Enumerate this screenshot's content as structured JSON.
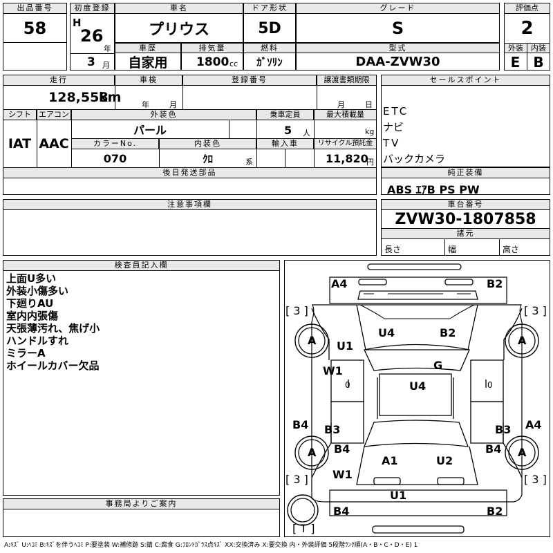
{
  "header": {
    "lot_no_label": "出品番号",
    "lot_no": "58",
    "first_reg_label": "初度登録",
    "era": "H",
    "year": "26",
    "year_unit": "年",
    "month": "3",
    "month_unit": "月",
    "car_name_label": "車名",
    "car_name": "プリウス",
    "door_label": "ドア形状",
    "door": "5D",
    "grade_label": "グレード",
    "grade": "S",
    "score_label": "評価点",
    "score": "2",
    "history_label": "車歴",
    "history": "自家用",
    "displacement_label": "排気量",
    "displacement": "1800",
    "displacement_unit": "cc",
    "fuel_label": "燃料",
    "fuel": "ｶﾞｿﾘﾝ",
    "model_label": "型式",
    "model": "DAA-ZVW30",
    "exterior_label": "外装",
    "exterior": "E",
    "interior_label": "内装",
    "interior": "B"
  },
  "details": {
    "mileage_label": "走行",
    "mileage": "128,558",
    "mileage_unit": "km",
    "inspection_label": "車検",
    "insp_year_unit": "年",
    "insp_month_unit": "月",
    "reg_no_label": "登録番号",
    "transfer_label": "譲渡書類期限",
    "transfer_month_unit": "月",
    "transfer_day_unit": "日",
    "shift_label": "シフト",
    "shift": "IAT",
    "ac_label": "エアコン",
    "ac": "AAC",
    "ext_color_label": "外装色",
    "ext_color": "パール",
    "capacity_label": "乗車定員",
    "capacity": "5",
    "capacity_unit": "人",
    "load_label": "最大積載量",
    "load_unit": "kg",
    "color_no_label": "カラーNo.",
    "color_no": "070",
    "int_color_label": "内装色",
    "int_color": "ｸﾛ",
    "int_color_unit": "系",
    "import_label": "輸入車",
    "recycle_label": "リサイクル預託金",
    "recycle": "11,820",
    "recycle_unit": "円",
    "later_parts_label": "後日発送部品"
  },
  "sales_points": {
    "label": "セールスポイント",
    "items": [
      "ETC",
      "ナビ",
      "TV",
      "バックカメラ"
    ]
  },
  "equipment": {
    "label": "純正装備",
    "value": "ABS ｴｱB PS PW"
  },
  "chassis": {
    "label": "車台番号",
    "value": "ZVW30-1807858",
    "spec_label": "諸元",
    "length": "長さ",
    "width": "幅",
    "height": "高さ"
  },
  "notes": {
    "label": "注意事項欄"
  },
  "inspector": {
    "label": "検査員記入欄",
    "lines": [
      "上面U多い",
      "外装小傷多い",
      "下廻りAU",
      "室内内張傷",
      "天張薄汚れ、焦げ小",
      "ハンドルすれ",
      "ミラーA",
      "ホイールカバー欠品"
    ]
  },
  "office": {
    "label": "事務局よりご案内"
  },
  "diagram": {
    "marks": {
      "a4_tl": "A4",
      "b2_tr": "B2",
      "u1_top": "U1",
      "u4_top": "U4",
      "b2_top": "B2",
      "g": "G",
      "w1_left": "W1",
      "u4_mid": "U4",
      "b4_left": "B4",
      "b3_left": "B3",
      "b3_right": "B3",
      "a4_right": "A4",
      "b4_lower": "B4",
      "b4_right": "B4",
      "a1": "A1",
      "u2": "U2",
      "w1_lower": "W1",
      "u1_bottom": "U1",
      "b4_bottom": "B4",
      "b2_bottom": "B2",
      "tire_tl": "A",
      "tire_tr": "A",
      "tire_bl": "A",
      "tire_br": "A",
      "tread_tl": "[ 3 ]",
      "tread_tr": "[ 3 ]",
      "tread_bl": "[ 3 ]",
      "tread_br": "[ 3 ]",
      "spare": "[ T ]",
      "zero1": "0",
      "zero2": "0"
    }
  },
  "legend": "A:ｷｽﾞ U:ﾍｺﾐ B:ｷｽﾞを伴うﾍｺﾐ P:要塗装 W:補修跡 S:錆 C:腐食 G:ﾌﾛﾝﾄｶﾞﾗｽ点ｷｽﾞ XX:交換済み X:要交換 内・外装評価 5段階ﾗﾝｸ順(A・B・C・D・E) 1"
}
